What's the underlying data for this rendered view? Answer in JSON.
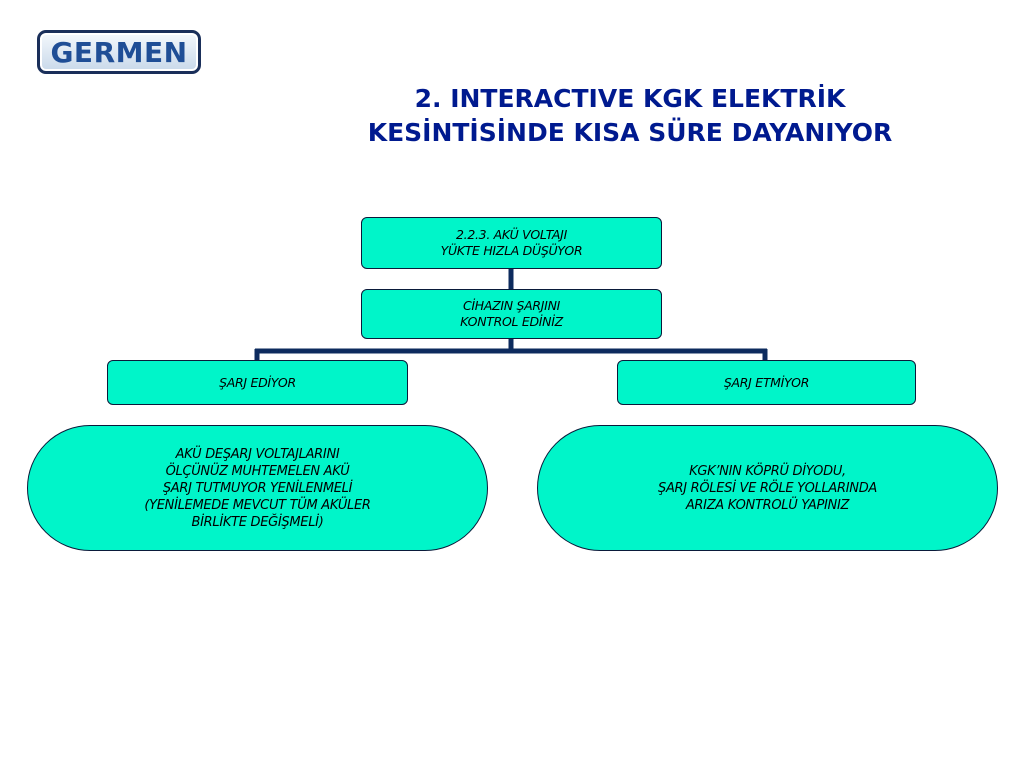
{
  "logo": {
    "text": "GERMEN"
  },
  "title": {
    "line1": "2. INTERACTIVE KGK ELEKTRİK",
    "line2": "KESİNTİSİNDE KISA SÜRE DAYANIYOR"
  },
  "nodes": {
    "root": {
      "lines": [
        "2.2.3. AKÜ VOLTAJI",
        "YÜKTE HIZLA DÜŞÜYOR"
      ]
    },
    "check": {
      "lines": [
        "CİHAZIN ŞARJINI",
        "KONTROL EDİNİZ"
      ]
    },
    "charging": {
      "lines": [
        "ŞARJ EDİYOR"
      ]
    },
    "not_charging": {
      "lines": [
        "ŞARJ ETMİYOR"
      ]
    },
    "charging_action": {
      "lines": [
        "AKÜ DEŞARJ VOLTAJLARINI",
        "ÖLÇÜNÜZ MUHTEMELEN AKÜ",
        "ŞARJ TUTMUYOR YENİLENMELİ",
        "(YENİLEMEDE MEVCUT TÜM AKÜLER",
        "BİRLİKTE DEĞİŞMELİ)"
      ]
    },
    "not_charging_action": {
      "lines": [
        "KGK’NIN KÖPRÜ DİYODU,",
        "ŞARJ RÖLESİ VE RÖLE YOLLARINDA",
        "ARIZA KONTROLÜ YAPINIZ"
      ]
    }
  },
  "colors": {
    "node_fill": "#00f5c9",
    "connector": "#0d2b5e",
    "title": "#001a8f",
    "logo_text": "#1f4e96"
  }
}
